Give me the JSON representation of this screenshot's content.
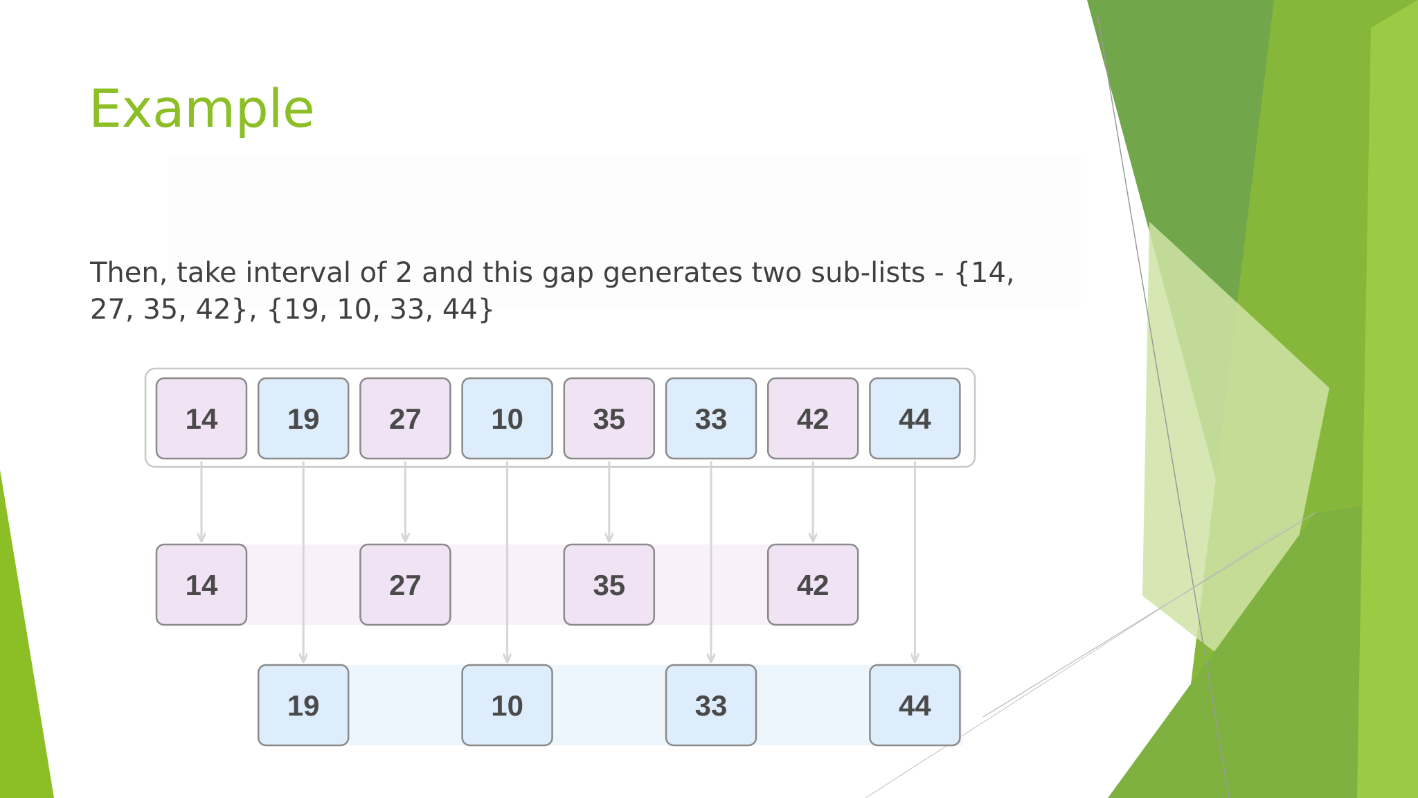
{
  "slide": {
    "title": "Example",
    "body": "Then, take interval of 2 and this gap generates two sub-lists - {14, 27, 35, 42}, {19, 10, 33, 44}"
  },
  "diagram": {
    "original_list": [
      "14",
      "19",
      "27",
      "10",
      "35",
      "33",
      "42",
      "44"
    ],
    "sublist_a": [
      "14",
      "27",
      "35",
      "42"
    ],
    "sublist_b": [
      "19",
      "10",
      "33",
      "44"
    ],
    "colors": {
      "purple_fill": "#efe3f4",
      "blue_fill": "#deedfb",
      "purple_band": "#f8f1fa",
      "blue_band": "#eef6fd",
      "cell_border": "#8a8a8a",
      "arrow": "#d6d6d6",
      "accent_green": "#8cbf26"
    }
  }
}
